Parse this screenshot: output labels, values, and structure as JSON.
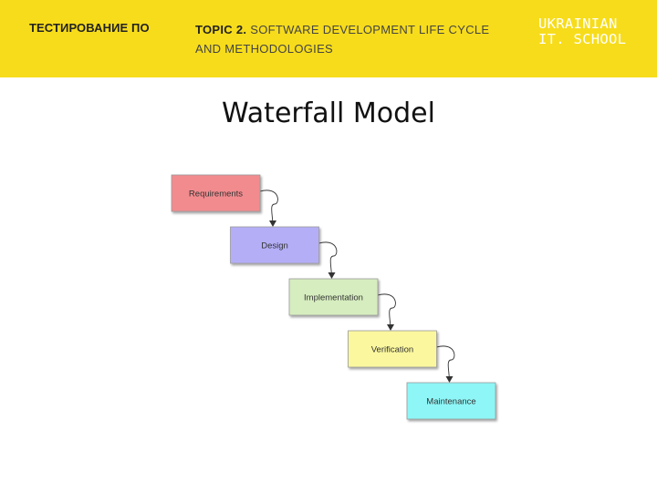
{
  "header": {
    "course": "ТЕСТИРОВАНИЕ ПО",
    "topic_prefix": "TOPIC 2.",
    "topic_text": " SOFTWARE DEVELOPMENT LIFE CYCLE AND METHODOLOGIES",
    "logo_line1": "UKRAINIAN",
    "logo_line2": "IT. SCHOOL",
    "background_color": "#f7dc1b"
  },
  "slide": {
    "title": "Waterfall Model"
  },
  "diagram": {
    "stages": [
      {
        "label": "Requirements",
        "color": "#f28b8e"
      },
      {
        "label": "Design",
        "color": "#b4aef7"
      },
      {
        "label": "Implementation",
        "color": "#d6edbf"
      },
      {
        "label": "Verification",
        "color": "#fbf79e"
      },
      {
        "label": "Maintenance",
        "color": "#8ef6f7"
      }
    ]
  }
}
